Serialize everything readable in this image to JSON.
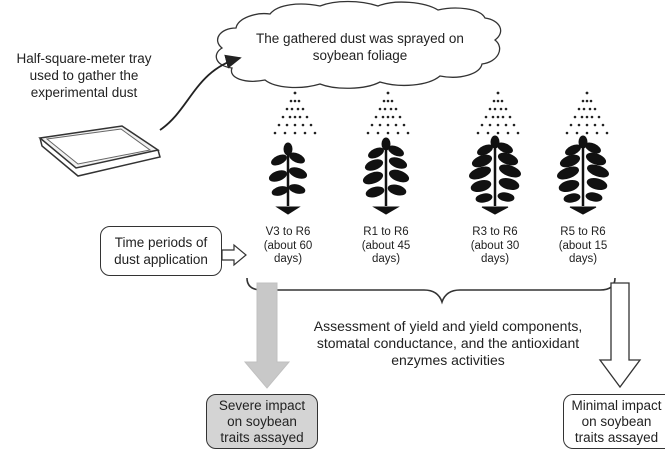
{
  "tray_label": [
    "Half-square-meter tray",
    "used to gather the",
    "experimental dust"
  ],
  "cloud_text": [
    "The gathered dust was sprayed on",
    "soybean foliage"
  ],
  "time_box": [
    "Time periods of",
    "dust application"
  ],
  "stages": [
    {
      "period": "V3 to R6",
      "duration": [
        "(about 60",
        "days)"
      ]
    },
    {
      "period": "R1 to R6",
      "duration": [
        "(about 45",
        "days)"
      ]
    },
    {
      "period": "R3 to R6",
      "duration": [
        "(about 30",
        "days)"
      ]
    },
    {
      "period": "R5 to R6",
      "duration": [
        "(about 15",
        "days)"
      ]
    }
  ],
  "assessment": [
    "Assessment of yield and yield components,",
    "stomatal conductance, and the antioxidant",
    "enzymes activities"
  ],
  "severe_box": [
    "Severe impact",
    "on soybean",
    "traits assayed"
  ],
  "minimal_box": [
    "Minimal impact",
    "on soybean",
    "traits assayed"
  ],
  "colors": {
    "severe_fill": "#d4d4d4",
    "arrow_gray": "#c8c8c8",
    "ink": "#222222"
  }
}
